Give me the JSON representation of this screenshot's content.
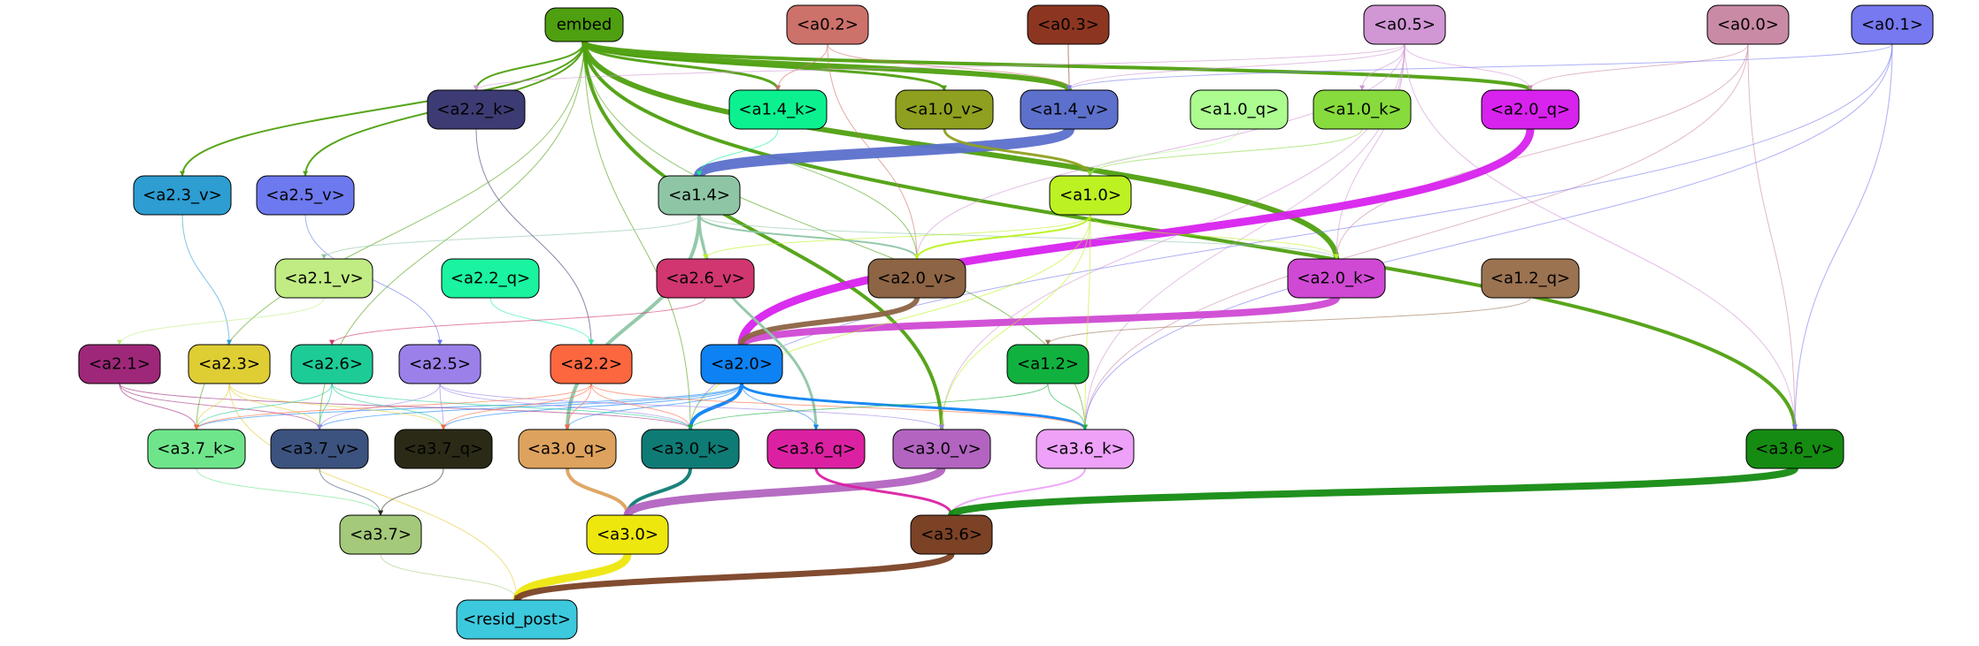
{
  "nodes": [
    {
      "id": "embed",
      "label": "embed",
      "color": "#4fa010",
      "text": "#000000"
    },
    {
      "id": "a0.2",
      "label": "<a0.2>",
      "color": "#cd716b",
      "text": "#000000"
    },
    {
      "id": "a0.3",
      "label": "<a0.3>",
      "color": "#8c3621",
      "text": "#000000"
    },
    {
      "id": "a0.5",
      "label": "<a0.5>",
      "color": "#d196d4",
      "text": "#000000"
    },
    {
      "id": "a0.0",
      "label": "<a0.0>",
      "color": "#c98aa6",
      "text": "#000000"
    },
    {
      "id": "a0.1",
      "label": "<a0.1>",
      "color": "#7679f0",
      "text": "#000000"
    },
    {
      "id": "a2.2_k",
      "label": "<a2.2_k>",
      "color": "#3d3b73",
      "text": "#000000"
    },
    {
      "id": "a1.4_k",
      "label": "<a1.4_k>",
      "color": "#0cf18f",
      "text": "#000000"
    },
    {
      "id": "a1.0_v",
      "label": "<a1.0_v>",
      "color": "#8fa020",
      "text": "#000000"
    },
    {
      "id": "a1.4_v",
      "label": "<a1.4_v>",
      "color": "#5c70cc",
      "text": "#000000"
    },
    {
      "id": "a1.0_q",
      "label": "<a1.0_q>",
      "color": "#acfc90",
      "text": "#000000"
    },
    {
      "id": "a1.0_k",
      "label": "<a1.0_k>",
      "color": "#87db3c",
      "text": "#000000"
    },
    {
      "id": "a2.0_q",
      "label": "<a2.0_q>",
      "color": "#d822ee",
      "text": "#000000"
    },
    {
      "id": "a2.3_v",
      "label": "<a2.3_v>",
      "color": "#2d9dd2",
      "text": "#000000"
    },
    {
      "id": "a2.5_v",
      "label": "<a2.5_v>",
      "color": "#6d79ee",
      "text": "#000000"
    },
    {
      "id": "a1.4",
      "label": "<a1.4>",
      "color": "#8ec6a5",
      "text": "#000000"
    },
    {
      "id": "a1.0",
      "label": "<a1.0>",
      "color": "#bcf222",
      "text": "#000000"
    },
    {
      "id": "a2.1_v",
      "label": "<a2.1_v>",
      "color": "#c0ec83",
      "text": "#000000"
    },
    {
      "id": "a2.2_q",
      "label": "<a2.2_q>",
      "color": "#1af39f",
      "text": "#000000"
    },
    {
      "id": "a2.6_v",
      "label": "<a2.6_v>",
      "color": "#d13670",
      "text": "#000000"
    },
    {
      "id": "a2.0_v",
      "label": "<a2.0_v>",
      "color": "#8d6444",
      "text": "#000000"
    },
    {
      "id": "a2.0_k",
      "label": "<a2.0_k>",
      "color": "#d049d4",
      "text": "#000000"
    },
    {
      "id": "a1.2_q",
      "label": "<a1.2_q>",
      "color": "#9b7351",
      "text": "#000000"
    },
    {
      "id": "a2.1",
      "label": "<a2.1>",
      "color": "#9e2779",
      "text": "#000000"
    },
    {
      "id": "a2.3",
      "label": "<a2.3>",
      "color": "#dfcd34",
      "text": "#000000"
    },
    {
      "id": "a2.6",
      "label": "<a2.6>",
      "color": "#1dcb97",
      "text": "#000000"
    },
    {
      "id": "a2.5",
      "label": "<a2.5>",
      "color": "#9b80ea",
      "text": "#000000"
    },
    {
      "id": "a2.2",
      "label": "<a2.2>",
      "color": "#fd673f",
      "text": "#000000"
    },
    {
      "id": "a2.0",
      "label": "<a2.0>",
      "color": "#0d82f3",
      "text": "#000000"
    },
    {
      "id": "a1.2",
      "label": "<a1.2>",
      "color": "#11b13f",
      "text": "#000000"
    },
    {
      "id": "a3.7_k",
      "label": "<a3.7_k>",
      "color": "#6ee58b",
      "text": "#000000"
    },
    {
      "id": "a3.7_v",
      "label": "<a3.7_v>",
      "color": "#3c537f",
      "text": "#000000"
    },
    {
      "id": "a3.7_q",
      "label": "<a3.7_q>",
      "color": "#2b2a16",
      "text": "#000000"
    },
    {
      "id": "a3.0_q",
      "label": "<a3.0_q>",
      "color": "#dda25d",
      "text": "#000000"
    },
    {
      "id": "a3.0_k",
      "label": "<a3.0_k>",
      "color": "#0f7b75",
      "text": "#000000"
    },
    {
      "id": "a3.6_q",
      "label": "<a3.6_q>",
      "color": "#db21a2",
      "text": "#000000"
    },
    {
      "id": "a3.0_v",
      "label": "<a3.0_v>",
      "color": "#b264c0",
      "text": "#000000"
    },
    {
      "id": "a3.6_k",
      "label": "<a3.6_k>",
      "color": "#eda1f8",
      "text": "#000000"
    },
    {
      "id": "a3.6_v",
      "label": "<a3.6_v>",
      "color": "#158b12",
      "text": "#000000"
    },
    {
      "id": "a3.7",
      "label": "<a3.7>",
      "color": "#a4c97a",
      "text": "#000000"
    },
    {
      "id": "a3.0",
      "label": "<a3.0>",
      "color": "#ede70d",
      "text": "#000000"
    },
    {
      "id": "a3.6",
      "label": "<a3.6>",
      "color": "#7b4226",
      "text": "#000000"
    },
    {
      "id": "resid_post",
      "label": "<resid_post>",
      "color": "#3dc9dd",
      "text": "#000000"
    }
  ],
  "edges": [
    {
      "from": "embed",
      "to": "a2.2_k",
      "color": "#4fa010"
    },
    {
      "from": "embed",
      "to": "a1.4_k",
      "color": "#4fa010"
    },
    {
      "from": "embed",
      "to": "a1.0_v",
      "color": "#4fa010"
    },
    {
      "from": "embed",
      "to": "a1.4_v",
      "color": "#4fa010"
    },
    {
      "from": "embed",
      "to": "a2.0_q",
      "color": "#4fa010"
    },
    {
      "from": "embed",
      "to": "a2.3_v",
      "color": "#4fa010"
    },
    {
      "from": "embed",
      "to": "a2.5_v",
      "color": "#4fa010"
    },
    {
      "from": "embed",
      "to": "a2.0_k",
      "color": "#4fa010"
    },
    {
      "from": "embed",
      "to": "a2.0_v",
      "color": "#4fa010"
    },
    {
      "from": "embed",
      "to": "a3.0_v",
      "color": "#4fa010"
    },
    {
      "from": "embed",
      "to": "a3.6_v",
      "color": "#4fa010"
    },
    {
      "from": "embed",
      "to": "a3.7_k",
      "color": "#4fa010"
    },
    {
      "from": "embed",
      "to": "a3.7_v",
      "color": "#4fa010"
    },
    {
      "from": "embed",
      "to": "a3.0_k",
      "color": "#4fa010"
    },
    {
      "from": "embed",
      "to": "a3.6_k",
      "color": "#4fa010"
    },
    {
      "from": "a0.2",
      "to": "a1.4_k",
      "color": "#cd716b"
    },
    {
      "from": "a0.2",
      "to": "a1.4_v",
      "color": "#cd716b"
    },
    {
      "from": "a0.2",
      "to": "a2.0_v",
      "color": "#cd716b"
    },
    {
      "from": "a0.3",
      "to": "a1.4_v",
      "color": "#8c3621"
    },
    {
      "from": "a0.5",
      "to": "a1.4_v",
      "color": "#d196d4"
    },
    {
      "from": "a0.5",
      "to": "a1.0_k",
      "color": "#d196d4"
    },
    {
      "from": "a0.5",
      "to": "a2.0_q",
      "color": "#d196d4"
    },
    {
      "from": "a0.5",
      "to": "a2.0_k",
      "color": "#d196d4"
    },
    {
      "from": "a0.5",
      "to": "a2.2_k",
      "color": "#d196d4"
    },
    {
      "from": "a0.5",
      "to": "a2.0_v",
      "color": "#d196d4"
    },
    {
      "from": "a0.5",
      "to": "a3.6_k",
      "color": "#d196d4"
    },
    {
      "from": "a0.5",
      "to": "a3.6_v",
      "color": "#d196d4"
    },
    {
      "from": "a0.5",
      "to": "a3.0_v",
      "color": "#d196d4"
    },
    {
      "from": "a0.0",
      "to": "a2.0_q",
      "color": "#c98aa6"
    },
    {
      "from": "a0.0",
      "to": "a2.0_k",
      "color": "#c98aa6"
    },
    {
      "from": "a0.0",
      "to": "a3.6_v",
      "color": "#c98aa6"
    },
    {
      "from": "a0.0",
      "to": "a3.6_k",
      "color": "#c98aa6"
    },
    {
      "from": "a0.1",
      "to": "a1.4_v",
      "color": "#7679f0"
    },
    {
      "from": "a0.1",
      "to": "a3.6_v",
      "color": "#7679f0"
    },
    {
      "from": "a0.1",
      "to": "a3.6_k",
      "color": "#7679f0"
    },
    {
      "from": "a0.1",
      "to": "a3.0_k",
      "color": "#7679f0"
    },
    {
      "from": "a1.4_v",
      "to": "a1.4",
      "color": "#5c70cc"
    },
    {
      "from": "a1.4_k",
      "to": "a1.4",
      "color": "#0cf18f"
    },
    {
      "from": "a1.0_v",
      "to": "a1.0",
      "color": "#8fa020"
    },
    {
      "from": "a1.0_q",
      "to": "a1.0",
      "color": "#acfc90"
    },
    {
      "from": "a1.0_k",
      "to": "a1.0",
      "color": "#87db3c"
    },
    {
      "from": "a2.0_q",
      "to": "a2.0",
      "color": "#d822ee"
    },
    {
      "from": "a2.0_k",
      "to": "a2.0",
      "color": "#d049d4"
    },
    {
      "from": "a2.0_v",
      "to": "a2.0",
      "color": "#8d6444"
    },
    {
      "from": "a1.4",
      "to": "a2.1_v",
      "color": "#8ec6a5"
    },
    {
      "from": "a1.4",
      "to": "a2.6_v",
      "color": "#8ec6a5"
    },
    {
      "from": "a1.4",
      "to": "a2.0_v",
      "color": "#8ec6a5"
    },
    {
      "from": "a1.4",
      "to": "a3.0_q",
      "color": "#8ec6a5"
    },
    {
      "from": "a1.4",
      "to": "a3.6_q",
      "color": "#8ec6a5"
    },
    {
      "from": "a1.4",
      "to": "a2.0_k",
      "color": "#8ec6a5"
    },
    {
      "from": "a1.0",
      "to": "a2.0_v",
      "color": "#bcf222"
    },
    {
      "from": "a1.0",
      "to": "a2.0_k",
      "color": "#bcf222"
    },
    {
      "from": "a1.0",
      "to": "a2.6_v",
      "color": "#bcf222"
    },
    {
      "from": "a1.0",
      "to": "a3.0_v",
      "color": "#bcf222"
    },
    {
      "from": "a1.0",
      "to": "a3.6_k",
      "color": "#bcf222"
    },
    {
      "from": "a1.0",
      "to": "a3.0_k",
      "color": "#bcf222"
    },
    {
      "from": "a2.2_k",
      "to": "a2.2",
      "color": "#3d3b73"
    },
    {
      "from": "a2.2_q",
      "to": "a2.2",
      "color": "#1af39f"
    },
    {
      "from": "a2.3_v",
      "to": "a2.3",
      "color": "#2d9dd2"
    },
    {
      "from": "a2.5_v",
      "to": "a2.5",
      "color": "#6d79ee"
    },
    {
      "from": "a2.6_v",
      "to": "a2.6",
      "color": "#d13670"
    },
    {
      "from": "a2.1_v",
      "to": "a2.1",
      "color": "#c0ec83"
    },
    {
      "from": "a1.2_q",
      "to": "a1.2",
      "color": "#9b7351"
    },
    {
      "from": "a2.0",
      "to": "a3.7_k",
      "color": "#0d82f3"
    },
    {
      "from": "a2.0",
      "to": "a3.7_v",
      "color": "#0d82f3"
    },
    {
      "from": "a2.0",
      "to": "a3.7_q",
      "color": "#0d82f3"
    },
    {
      "from": "a2.0",
      "to": "a3.0_q",
      "color": "#0d82f3"
    },
    {
      "from": "a2.0",
      "to": "a3.0_k",
      "color": "#0d82f3"
    },
    {
      "from": "a2.0",
      "to": "a3.6_q",
      "color": "#0d82f3"
    },
    {
      "from": "a2.0",
      "to": "a3.6_k",
      "color": "#0d82f3"
    },
    {
      "from": "a2.1",
      "to": "a3.7_k",
      "color": "#9e2779"
    },
    {
      "from": "a2.1",
      "to": "a3.7_v",
      "color": "#9e2779"
    },
    {
      "from": "a2.1",
      "to": "a3.0_k",
      "color": "#9e2779"
    },
    {
      "from": "a2.3",
      "to": "a3.7_k",
      "color": "#dfcd34"
    },
    {
      "from": "a2.3",
      "to": "a3.7_v",
      "color": "#dfcd34"
    },
    {
      "from": "a2.3",
      "to": "a3.7_q",
      "color": "#dfcd34"
    },
    {
      "from": "a2.3",
      "to": "resid_post",
      "color": "#dfcd34"
    },
    {
      "from": "a2.6",
      "to": "a3.7_k",
      "color": "#1dcb97"
    },
    {
      "from": "a2.6",
      "to": "a3.7_v",
      "color": "#1dcb97"
    },
    {
      "from": "a2.6",
      "to": "a3.7_q",
      "color": "#1dcb97"
    },
    {
      "from": "a2.6",
      "to": "a3.0_k",
      "color": "#1dcb97"
    },
    {
      "from": "a2.5",
      "to": "a3.7_v",
      "color": "#9b80ea"
    },
    {
      "from": "a2.5",
      "to": "a3.7_q",
      "color": "#9b80ea"
    },
    {
      "from": "a2.5",
      "to": "a3.0_k",
      "color": "#9b80ea"
    },
    {
      "from": "a2.5",
      "to": "a3.0_v",
      "color": "#9b80ea"
    },
    {
      "from": "a2.2",
      "to": "a3.7_k",
      "color": "#fd673f"
    },
    {
      "from": "a2.2",
      "to": "a3.7_q",
      "color": "#fd673f"
    },
    {
      "from": "a2.2",
      "to": "a3.0_q",
      "color": "#fd673f"
    },
    {
      "from": "a2.2",
      "to": "a3.0_k",
      "color": "#fd673f"
    },
    {
      "from": "a2.2",
      "to": "a3.6_k",
      "color": "#fd673f"
    },
    {
      "from": "a1.2",
      "to": "a3.0_k",
      "color": "#11b13f"
    },
    {
      "from": "a1.2",
      "to": "a3.6_k",
      "color": "#11b13f"
    },
    {
      "from": "a3.7_k",
      "to": "a3.7",
      "color": "#6ee58b"
    },
    {
      "from": "a3.7_v",
      "to": "a3.7",
      "color": "#3c537f"
    },
    {
      "from": "a3.7_q",
      "to": "a3.7",
      "color": "#2b2a16"
    },
    {
      "from": "a3.0_q",
      "to": "a3.0",
      "color": "#dda25d"
    },
    {
      "from": "a3.0_k",
      "to": "a3.0",
      "color": "#0f7b75"
    },
    {
      "from": "a3.0_v",
      "to": "a3.0",
      "color": "#b264c0"
    },
    {
      "from": "a3.6_q",
      "to": "a3.6",
      "color": "#db21a2"
    },
    {
      "from": "a3.6_k",
      "to": "a3.6",
      "color": "#eda1f8"
    },
    {
      "from": "a3.6_v",
      "to": "a3.6",
      "color": "#158b12"
    },
    {
      "from": "a3.7",
      "to": "resid_post",
      "color": "#a4c97a"
    },
    {
      "from": "a3.0",
      "to": "resid_post",
      "color": "#ede70d"
    },
    {
      "from": "a3.6",
      "to": "resid_post",
      "color": "#7b4226"
    }
  ]
}
